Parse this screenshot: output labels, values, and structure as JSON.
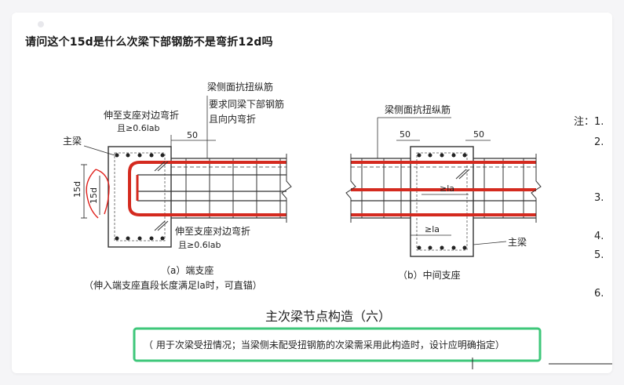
{
  "question": {
    "title": "请问这个15d是什么次梁下部钢筋不是弯折12d吗"
  },
  "figure": {
    "caption_title": "主次梁节点构造（六）",
    "caption_note": "（ 用于次梁受扭情况；当梁侧未配受扭钢筋的次梁需采用此构造时，设计应明确指定）",
    "left": {
      "label_main_beam": "主梁",
      "label_extend_top_1": "伸至支座对边弯折",
      "label_extend_top_2": "且≥0.6lab",
      "label_side_bar": "梁侧面抗扭纵筋",
      "label_req_1": "要求同梁下部钢筋",
      "label_req_2": "且向内弯折",
      "dim_50": "50",
      "dim_15d_outer": "15d",
      "dim_15d_inner": "15d",
      "label_extend_bot_1": "伸至支座对边弯折",
      "label_extend_bot_2": "且≥0.6lab",
      "sub_caption": "（a）端支座",
      "sub_note": "（伸入端支座直段长度满足la时，可直锚）"
    },
    "right": {
      "label_side_bar": "梁侧面抗扭纵筋",
      "dim_50_a": "50",
      "dim_50_b": "50",
      "dim_la_top": "≥la",
      "dim_la_bot": "≥la",
      "label_main_beam": "主梁",
      "sub_caption": "（b）中间支座"
    },
    "notes": {
      "heading": "注：",
      "items": [
        "1.",
        "2.",
        "3.",
        "4.",
        "5.",
        "6."
      ]
    }
  },
  "colors": {
    "rebar_red": "#d42a1f",
    "highlight_green": "#3ec77a",
    "annotation_red": "#e0201b"
  }
}
